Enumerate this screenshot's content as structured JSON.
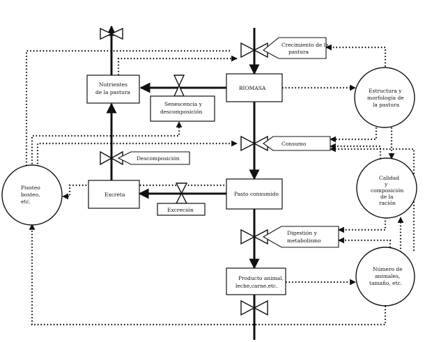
{
  "nodes": {
    "biomasa": "BIOMASA",
    "nutrientes": [
      "Nutrientes",
      "de la pastura"
    ],
    "excreta": "Excreta",
    "pasto_consumido": "Pasto consumido",
    "producto_animal": [
      "Producto animal,",
      "leche,carne,etc."
    ],
    "senescencia": [
      "Senescencia y",
      "descomposición"
    ],
    "excrecion": "Excreción"
  },
  "circles": {
    "pisoteo": [
      "Pisoteo",
      "bosteo,",
      "etc."
    ],
    "estructura": [
      "Estructura y",
      "morfología de",
      "la pastura"
    ],
    "calidad": [
      "Calidad",
      "y",
      "composición",
      "de la",
      "ración"
    ],
    "numero": [
      "Número de",
      "animales,",
      "tamaño, etc."
    ]
  },
  "rate_labels": {
    "crecimiento": [
      "Crecimiento de la",
      "pastura"
    ],
    "descomposicion": "Descomposición",
    "consumo": "Consumo",
    "digestion": [
      "Digestión y",
      "metabolismo"
    ]
  }
}
